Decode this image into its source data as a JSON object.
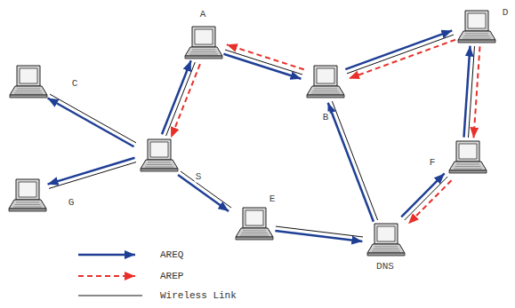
{
  "diagram": {
    "nodes": [
      {
        "text": [
          "A"
        ]
      },
      {
        "text": [
          "D"
        ]
      },
      {
        "text": [
          "C"
        ]
      },
      {
        "text": [
          "B"
        ]
      },
      {
        "text": [
          "S"
        ]
      },
      {
        "text": [
          "F"
        ]
      },
      {
        "text": [
          "G"
        ]
      },
      {
        "text": [
          "E"
        ]
      },
      {
        "text": [
          "DNS"
        ]
      }
    ],
    "edges": [
      {
        "from": 4,
        "to": 2,
        "arrow": "none"
      },
      {
        "from": 4,
        "to": 6,
        "arrow": "none"
      },
      {
        "from": 4,
        "to": 0,
        "arrow": "none"
      },
      {
        "from": 4,
        "to": 7,
        "arrow": "none"
      },
      {
        "from": 0,
        "to": 3,
        "arrow": "none"
      },
      {
        "from": 3,
        "to": 1,
        "arrow": "none"
      },
      {
        "from": 3,
        "to": 8,
        "arrow": "none"
      },
      {
        "from": 7,
        "to": 8,
        "arrow": "none"
      },
      {
        "from": 8,
        "to": 5,
        "arrow": "none"
      },
      {
        "from": 5,
        "to": 1,
        "arrow": "none"
      },
      {
        "from": 4,
        "to": 2,
        "arrow": "to"
      },
      {
        "from": 4,
        "to": 6,
        "arrow": "to"
      },
      {
        "from": 4,
        "to": 0,
        "arrow": "to"
      },
      {
        "from": 4,
        "to": 7,
        "arrow": "to"
      },
      {
        "from": 0,
        "to": 3,
        "arrow": "to"
      },
      {
        "from": 3,
        "to": 1,
        "arrow": "to"
      },
      {
        "from": 7,
        "to": 8,
        "arrow": "to"
      },
      {
        "from": 8,
        "to": 3,
        "arrow": "to"
      },
      {
        "from": 8,
        "to": 5,
        "arrow": "to"
      },
      {
        "from": 5,
        "to": 1,
        "arrow": "to"
      },
      {
        "from": 1,
        "to": 3,
        "arrow": "to"
      },
      {
        "from": 3,
        "to": 0,
        "arrow": "to"
      },
      {
        "from": 0,
        "to": 4,
        "arrow": "to"
      },
      {
        "from": 1,
        "to": 5,
        "arrow": "to"
      },
      {
        "from": 5,
        "to": 8,
        "arrow": "to"
      }
    ],
    "legend": [
      {
        "text": "AREQ"
      },
      {
        "text": "AREP"
      },
      {
        "text": "Wireless Link"
      }
    ]
  }
}
